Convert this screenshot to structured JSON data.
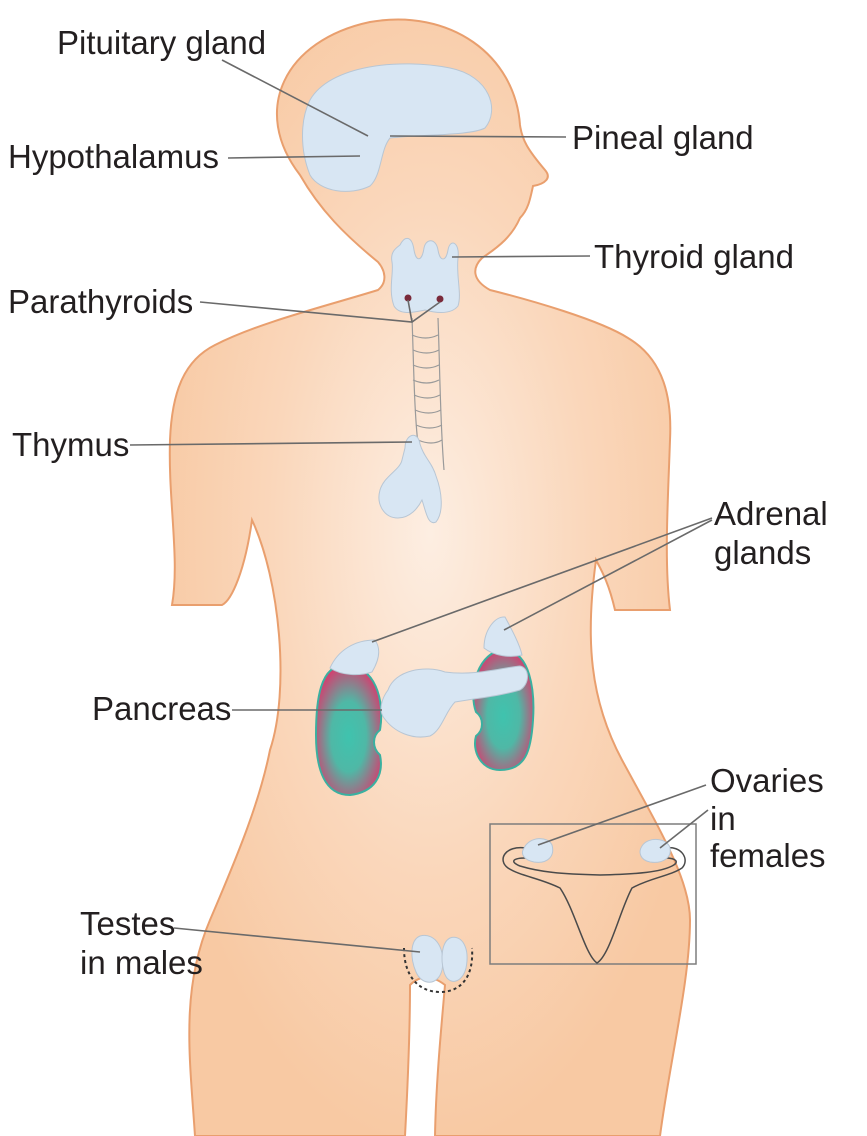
{
  "labels": {
    "pituitary": "Pituitary gland",
    "hypothalamus": "Hypothalamus",
    "pineal": "Pineal gland",
    "thyroid": "Thyroid gland",
    "parathyroids": "Parathyroids",
    "thymus": "Thymus",
    "adrenal_1": "Adrenal",
    "adrenal_2": "glands",
    "pancreas": "Pancreas",
    "ovaries_1": "Ovaries",
    "ovaries_2": "in",
    "ovaries_3": "females",
    "testes_1": "Testes",
    "testes_2": "in males"
  },
  "colors": {
    "body_fill": "#f8c9a3",
    "body_glow": "#fdeee2",
    "body_outline": "#e99f6e",
    "gland_fill": "#d8e6f3",
    "kidney_center": "#3fc3ae",
    "kidney_edge": "#e0336a",
    "leader_line": "#6a6a6a"
  }
}
